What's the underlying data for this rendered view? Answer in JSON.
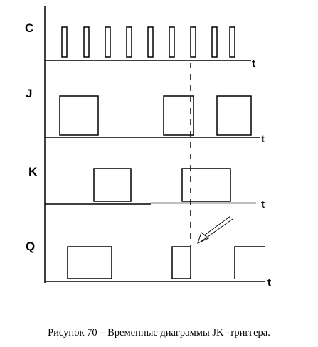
{
  "caption": "Рисунок  70 – Временные диаграммы JK -триггера.",
  "time_axis_label": "t",
  "signals": [
    {
      "name": "C",
      "kind": "clock",
      "pulse_starts": [
        87,
        118,
        148,
        178,
        208,
        238,
        268,
        298,
        323
      ],
      "pulse_width": 7
    },
    {
      "name": "J",
      "kind": "levels",
      "high_intervals": [
        [
          84,
          138
        ],
        [
          230,
          272
        ],
        [
          305,
          353
        ]
      ]
    },
    {
      "name": "K",
      "kind": "levels",
      "high_intervals": [
        [
          132,
          184
        ],
        [
          256,
          324
        ]
      ]
    },
    {
      "name": "Q",
      "kind": "levels",
      "high_intervals": [
        [
          95,
          157
        ],
        [
          242,
          268
        ],
        [
          330,
          373
        ]
      ],
      "last_open": true
    }
  ],
  "colors": {
    "line": "#000000"
  }
}
